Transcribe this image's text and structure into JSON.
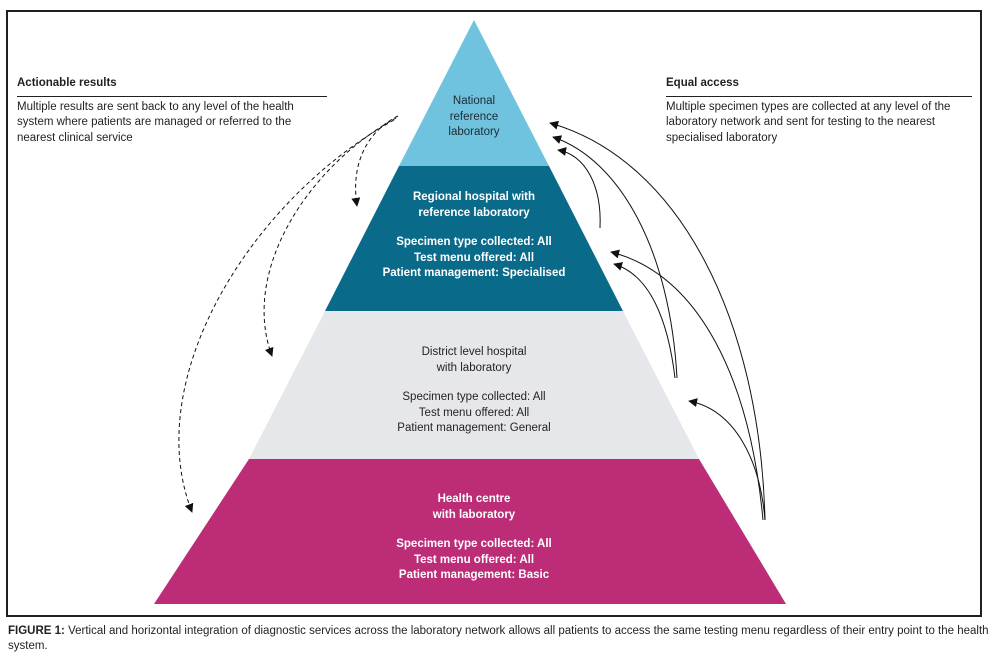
{
  "figure": {
    "caption_label": "FIGURE 1:",
    "caption_text": " Vertical and horizontal integration of diagnostic services across the laboratory network allows all patients to access the same testing menu regardless of their entry point to the health system."
  },
  "left_panel": {
    "heading": "Actionable results",
    "body": "Multiple results are sent back to any level of the health system where patients are managed or referred to the nearest clinical service"
  },
  "right_panel": {
    "heading": "Equal access",
    "body": "Multiple specimen types are collected at any level of the laboratory network and sent for testing to the nearest specialised laboratory"
  },
  "tiers": [
    {
      "id": "national",
      "name_lines": [
        "National",
        "reference",
        "laboratory"
      ],
      "details": [],
      "color": "#6fc3df"
    },
    {
      "id": "regional",
      "name_lines": [
        "Regional hospital with",
        "reference laboratory"
      ],
      "details": [
        "Specimen type collected: All",
        "Test menu offered: All",
        "Patient management: Specialised"
      ],
      "color": "#0a6a8a"
    },
    {
      "id": "district",
      "name_lines": [
        "District level hospital",
        "with laboratory"
      ],
      "details": [
        "Specimen type collected: All",
        "Test menu offered: All",
        "Patient management: General"
      ],
      "color": "#e6e7ea"
    },
    {
      "id": "health-centre",
      "name_lines": [
        "Health centre",
        "with laboratory"
      ],
      "details": [
        "Specimen type collected: All",
        "Test menu offered: All",
        "Patient management: Basic"
      ],
      "color": "#bc2c77"
    }
  ],
  "arrows": {
    "results_flow": {
      "style": "dashed",
      "direction": "top-down",
      "targets": [
        "regional",
        "district",
        "health-centre"
      ]
    },
    "specimen_flow": {
      "style": "solid",
      "direction": "bottom-up",
      "targets": [
        "national",
        "national",
        "national",
        "regional",
        "regional",
        "district"
      ]
    }
  }
}
